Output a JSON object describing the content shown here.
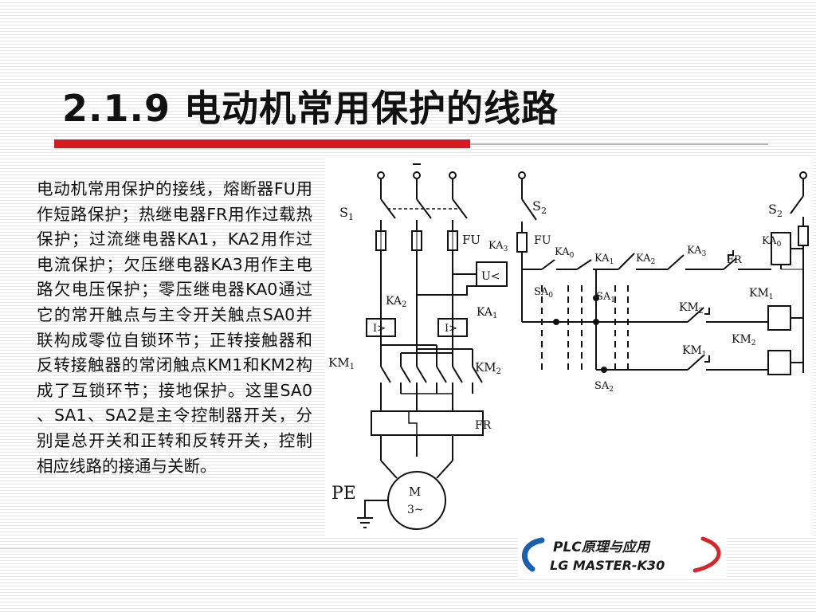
{
  "title": "2.1.9 电动机常用保护的线路",
  "body_text": "电动机常用保护的接线，熔断器FU用作短路保护；热继电器FR用作过载热保护；过流继电器KA1，KA2用作过电流保护；欠压继电器KA3用作主电路欠电压保护；零压继电器KA0通过它的常开触点与主令开关触点SA0并联构成零位自锁环节；正转接触器和反转接触器的常闭触点KM1和KM2构成了互锁环节；接地保护。这里SA0 、SA1、SA2是主令控制器开关，分别是总开关和正转和反转开关，控制相应线路的接通与关断。",
  "colors": {
    "accent": "#d71920",
    "logo_blue": "#1b5fae",
    "logo_red": "#d7262b"
  },
  "circuit": {
    "labels": {
      "s1_main": "S",
      "s1_sub": "1",
      "fu_left": "FU",
      "ka3_box": "U<",
      "ka2_left": "KA",
      "ka2_left_sub": "2",
      "ka1_left": "KA",
      "ka1_left_sub": "1",
      "relay_box_left": "I>",
      "relay_box_right": "I>",
      "km1_left": "KM",
      "km1_left_sub": "1",
      "km2_left": "KM",
      "km2_left_sub": "2",
      "fr_left": "FR",
      "pe": "PE",
      "motor_m": "M",
      "motor_phase": "3~",
      "s2_left": "S",
      "s2_left_sub": "2",
      "ka3_ctrl": "KA",
      "ka3_ctrl_sub": "3",
      "fu_ctrl": "FU",
      "ka0_contact": "KA",
      "ka0_contact_sub": "0",
      "ka1_contact": "KA",
      "ka1_contact_sub": "1",
      "ka2_contact": "KA",
      "ka2_contact_sub": "2",
      "ka3_contact": "KA",
      "ka3_contact_sub": "3",
      "fr_contact": "FR",
      "sa0": "SA",
      "sa0_sub": "0",
      "sa1": "SA",
      "sa1_sub": "1",
      "sa2": "SA",
      "sa2_sub": "2",
      "km2_interlock": "KM",
      "km2_interlock_sub": "2",
      "km1_interlock": "KM",
      "km1_interlock_sub": "1",
      "km1_coil": "KM",
      "km1_coil_sub": "1",
      "km2_coil": "KM",
      "km2_coil_sub": "2",
      "s2_right": "S",
      "s2_right_sub": "2",
      "ka0_coil": "KA",
      "ka0_coil_sub": "0"
    }
  },
  "logo": {
    "line1": "PLC原理与应用",
    "line2": "LG MASTER-K30"
  }
}
